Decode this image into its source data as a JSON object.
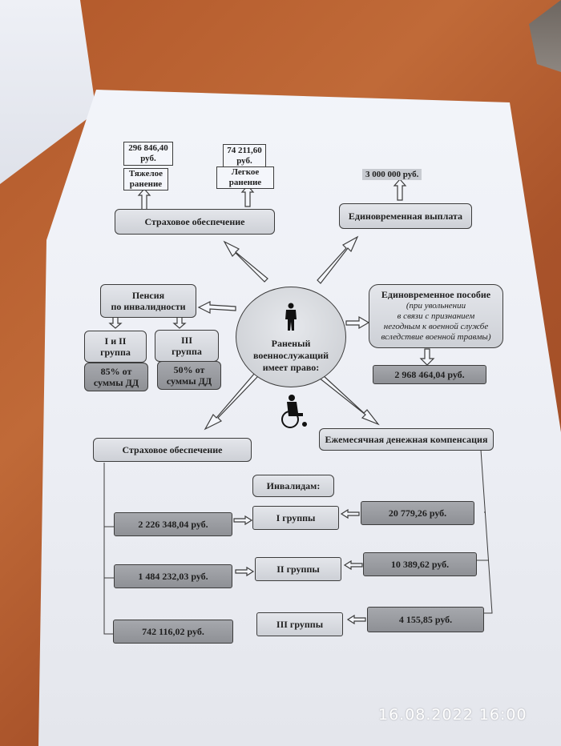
{
  "photo": {
    "timestamp": "16.08.2022 16:00"
  },
  "diagram": {
    "center": {
      "title_line1": "Раненый",
      "title_line2": "военнослужащий",
      "title_line3": "имеет право:",
      "icon": "soldier-icon"
    },
    "wheelchair_icon": "wheelchair-icon",
    "insurance_top": {
      "label": "Страховое обеспечение",
      "severe": {
        "label_line1": "Тяжелое",
        "label_line2": "ранение",
        "amount_line1": "296 846,40",
        "amount_line2": "руб."
      },
      "light": {
        "label_line1": "Легкое",
        "label_line2": "ранение",
        "amount_line1": "74 211,60",
        "amount_line2": "руб."
      }
    },
    "lump_sum_payment": {
      "label": "Единовременная выплата",
      "amount": "3 000 000 руб."
    },
    "disability_pension": {
      "label_line1": "Пенсия",
      "label_line2": "по инвалидности",
      "groups": [
        {
          "label_line1": "I и II",
          "label_line2": "группа",
          "value_line1": "85% от",
          "value_line2": "суммы ДД"
        },
        {
          "label_line1": "III",
          "label_line2": "группа",
          "value_line1": "50% от",
          "value_line2": "суммы ДД"
        }
      ]
    },
    "lump_sum_allowance": {
      "label": "Единовременное пособие",
      "note_line1": "(при увольнении",
      "note_line2": "в связи с признанием",
      "note_line3": "негодным к военной службе",
      "note_line4": "вследствие военной травмы)",
      "amount": "2 968 464,04 руб."
    },
    "insurance_bottom": {
      "label": "Страховое обеспечение"
    },
    "monthly_compensation": {
      "label": "Ежемесячная денежная компенсация"
    },
    "disabled": {
      "label": "Инвалидам:",
      "rows": [
        {
          "group": "I группы",
          "insurance": "2 226 348,04 руб.",
          "monthly": "20 779,26 руб."
        },
        {
          "group": "II группы",
          "insurance": "1 484 232,03 руб.",
          "monthly": "10 389,62 руб."
        },
        {
          "group": "III группы",
          "insurance": "742 116,02 руб.",
          "monthly": "4 155,85 руб."
        }
      ]
    }
  }
}
